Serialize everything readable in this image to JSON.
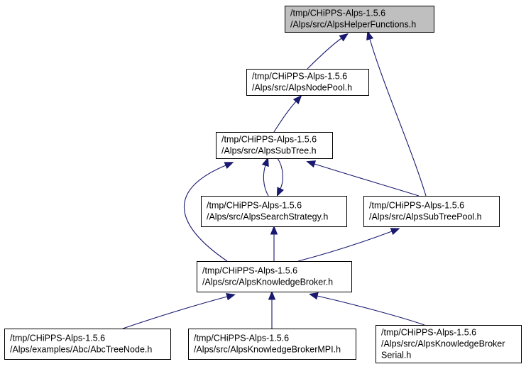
{
  "diagram": {
    "nodes": [
      {
        "id": "helper",
        "lines": [
          "/tmp/CHiPPS-Alps-1.5.6",
          "/Alps/src/AlpsHelperFunctions.h"
        ],
        "highlighted": true
      },
      {
        "id": "nodepool",
        "lines": [
          "/tmp/CHiPPS-Alps-1.5.6",
          "/Alps/src/AlpsNodePool.h"
        ],
        "highlighted": false
      },
      {
        "id": "subtree",
        "lines": [
          "/tmp/CHiPPS-Alps-1.5.6",
          "/Alps/src/AlpsSubTree.h"
        ],
        "highlighted": false
      },
      {
        "id": "searchstrategy",
        "lines": [
          "/tmp/CHiPPS-Alps-1.5.6",
          "/Alps/src/AlpsSearchStrategy.h"
        ],
        "highlighted": false
      },
      {
        "id": "subtreepool",
        "lines": [
          "/tmp/CHiPPS-Alps-1.5.6",
          "/Alps/src/AlpsSubTreePool.h"
        ],
        "highlighted": false
      },
      {
        "id": "knowledgebroker",
        "lines": [
          "/tmp/CHiPPS-Alps-1.5.6",
          "/Alps/src/AlpsKnowledgeBroker.h"
        ],
        "highlighted": false
      },
      {
        "id": "abctreenode",
        "lines": [
          "/tmp/CHiPPS-Alps-1.5.6",
          "/Alps/examples/Abc/AbcTreeNode.h"
        ],
        "highlighted": false
      },
      {
        "id": "brokermpi",
        "lines": [
          "/tmp/CHiPPS-Alps-1.5.6",
          "/Alps/src/AlpsKnowledgeBrokerMPI.h"
        ],
        "highlighted": false
      },
      {
        "id": "brokerserial",
        "lines": [
          "/tmp/CHiPPS-Alps-1.5.6",
          "/Alps/src/AlpsKnowledgeBroker",
          "Serial.h"
        ],
        "highlighted": false
      }
    ],
    "edges": [
      {
        "from": "nodepool",
        "to": "helper"
      },
      {
        "from": "subtreepool",
        "to": "helper"
      },
      {
        "from": "subtree",
        "to": "nodepool"
      },
      {
        "from": "searchstrategy",
        "to": "subtree"
      },
      {
        "from": "subtree",
        "to": "searchstrategy"
      },
      {
        "from": "subtreepool",
        "to": "subtree"
      },
      {
        "from": "knowledgebroker",
        "to": "subtree"
      },
      {
        "from": "knowledgebroker",
        "to": "searchstrategy"
      },
      {
        "from": "knowledgebroker",
        "to": "subtreepool"
      },
      {
        "from": "abctreenode",
        "to": "knowledgebroker"
      },
      {
        "from": "brokermpi",
        "to": "knowledgebroker"
      },
      {
        "from": "brokerserial",
        "to": "knowledgebroker"
      }
    ],
    "colors": {
      "edge": "#191970",
      "highlight_fill": "#bfbfbf",
      "node_fill": "#ffffff",
      "node_border": "#000000"
    }
  }
}
